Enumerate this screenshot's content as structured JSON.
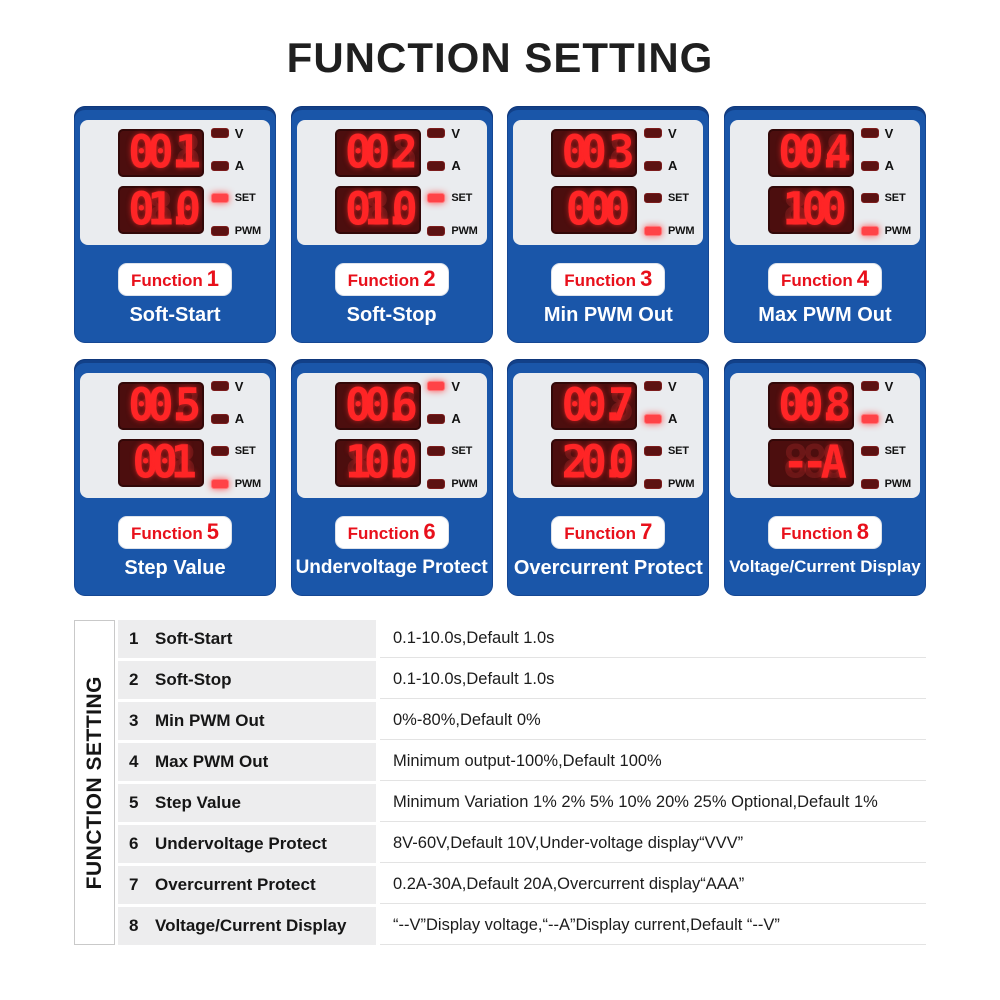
{
  "title": "FUNCTION SETTING",
  "colors": {
    "card_blue": "#1a56a9",
    "card_blue_dark": "#14418f",
    "panel_gray": "#eaecef",
    "led_background": "#4c0e0e",
    "led_red": "#ff2526",
    "lamp_on_red": "#ff4347",
    "lamp_off_red": "#5c1212",
    "pill_text_red": "#e8101b",
    "table_cell_gray": "#ededee"
  },
  "cards": [
    {
      "function_label": "Function",
      "function_number": "1",
      "name": "Soft-Start",
      "display_top": "00.1",
      "display_bottom": "01.0",
      "indicators": [
        {
          "label": "V",
          "on": "false"
        },
        {
          "label": "A",
          "on": "false"
        },
        {
          "label": "SET",
          "on": "true"
        },
        {
          "label": "PWM",
          "on": "false"
        }
      ]
    },
    {
      "function_label": "Function",
      "function_number": "2",
      "name": "Soft-Stop",
      "display_top": "00.2",
      "display_bottom": "01.0",
      "indicators": [
        {
          "label": "V",
          "on": "false"
        },
        {
          "label": "A",
          "on": "false"
        },
        {
          "label": "SET",
          "on": "true"
        },
        {
          "label": "PWM",
          "on": "false"
        }
      ]
    },
    {
      "function_label": "Function",
      "function_number": "3",
      "name": "Min PWM Out",
      "display_top": "00.3",
      "display_bottom": "000",
      "indicators": [
        {
          "label": "V",
          "on": "false"
        },
        {
          "label": "A",
          "on": "false"
        },
        {
          "label": "SET",
          "on": "false"
        },
        {
          "label": "PWM",
          "on": "true"
        }
      ]
    },
    {
      "function_label": "Function",
      "function_number": "4",
      "name": "Max PWM Out",
      "display_top": "00.4",
      "display_bottom": "100",
      "indicators": [
        {
          "label": "V",
          "on": "false"
        },
        {
          "label": "A",
          "on": "false"
        },
        {
          "label": "SET",
          "on": "false"
        },
        {
          "label": "PWM",
          "on": "true"
        }
      ]
    },
    {
      "function_label": "Function",
      "function_number": "5",
      "name": "Step Value",
      "display_top": "00.5",
      "display_bottom": "001",
      "indicators": [
        {
          "label": "V",
          "on": "false"
        },
        {
          "label": "A",
          "on": "false"
        },
        {
          "label": "SET",
          "on": "false"
        },
        {
          "label": "PWM",
          "on": "true"
        }
      ]
    },
    {
      "function_label": "Function",
      "function_number": "6",
      "name": "Undervoltage Protect",
      "display_top": "00.6",
      "display_bottom": "10.0",
      "indicators": [
        {
          "label": "V",
          "on": "true"
        },
        {
          "label": "A",
          "on": "false"
        },
        {
          "label": "SET",
          "on": "false"
        },
        {
          "label": "PWM",
          "on": "false"
        }
      ]
    },
    {
      "function_label": "Function",
      "function_number": "7",
      "name": "Overcurrent Protect",
      "display_top": "00.7",
      "display_bottom": "20.0",
      "indicators": [
        {
          "label": "V",
          "on": "false"
        },
        {
          "label": "A",
          "on": "true"
        },
        {
          "label": "SET",
          "on": "false"
        },
        {
          "label": "PWM",
          "on": "false"
        }
      ]
    },
    {
      "function_label": "Function",
      "function_number": "8",
      "name": "Voltage/Current Display",
      "display_top": "00.8",
      "display_bottom": "--A",
      "indicators": [
        {
          "label": "V",
          "on": "false"
        },
        {
          "label": "A",
          "on": "true"
        },
        {
          "label": "SET",
          "on": "false"
        },
        {
          "label": "PWM",
          "on": "false"
        }
      ]
    }
  ],
  "table": {
    "side_label": "FUNCTION SETTING",
    "rows": [
      {
        "num": "1",
        "name": "Soft-Start",
        "desc": "0.1-10.0s,Default 1.0s"
      },
      {
        "num": "2",
        "name": "Soft-Stop",
        "desc": "0.1-10.0s,Default 1.0s"
      },
      {
        "num": "3",
        "name": "Min PWM Out",
        "desc": "0%-80%,Default 0%"
      },
      {
        "num": "4",
        "name": "Max PWM Out",
        "desc": "Minimum output-100%,Default 100%"
      },
      {
        "num": "5",
        "name": "Step Value",
        "desc": "Minimum Variation 1% 2% 5% 10% 20% 25% Optional,Default 1%"
      },
      {
        "num": "6",
        "name": "Undervoltage Protect",
        "desc": "8V-60V,Default 10V,Under-voltage display“VVV”"
      },
      {
        "num": "7",
        "name": "Overcurrent Protect",
        "desc": "0.2A-30A,Default 20A,Overcurrent display“AAA”"
      },
      {
        "num": "8",
        "name": "Voltage/Current Display",
        "desc": "“--V”Display voltage,“--A”Display current,Default “--V”"
      }
    ]
  }
}
